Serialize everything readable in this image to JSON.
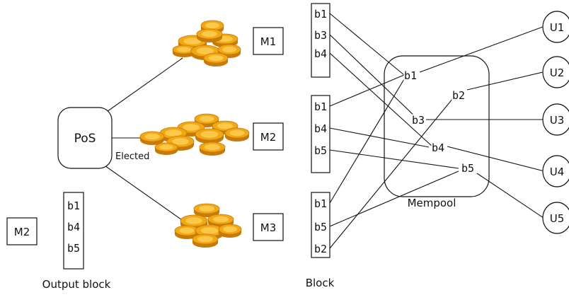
{
  "pos": {
    "label": "PoS",
    "elected_label": "Elected"
  },
  "miners": [
    {
      "label": "M1",
      "icon": "coin-pile-icon"
    },
    {
      "label": "M2",
      "icon": "coin-pile-icon"
    },
    {
      "label": "M3",
      "icon": "coin-pile-icon"
    }
  ],
  "output": {
    "miner_label": "M2",
    "entries": [
      "b1",
      "b4",
      "b5"
    ],
    "caption": "Output block"
  },
  "blocks": [
    {
      "entries": [
        "b1",
        "b3",
        "b4"
      ]
    },
    {
      "entries": [
        "b1",
        "b4",
        "b5"
      ]
    },
    {
      "entries": [
        "b1",
        "b5",
        "b2"
      ]
    }
  ],
  "block_caption": "Block",
  "mempool": {
    "label": "Mempool",
    "transactions": [
      "b1",
      "b2",
      "b3",
      "b4",
      "b5"
    ]
  },
  "users": [
    "U1",
    "U2",
    "U3",
    "U4",
    "U5"
  ],
  "colors": {
    "coin_fill": "#f2a814",
    "coin_dark": "#c77a06",
    "coin_light": "#ffd35a",
    "line": "#111111"
  }
}
